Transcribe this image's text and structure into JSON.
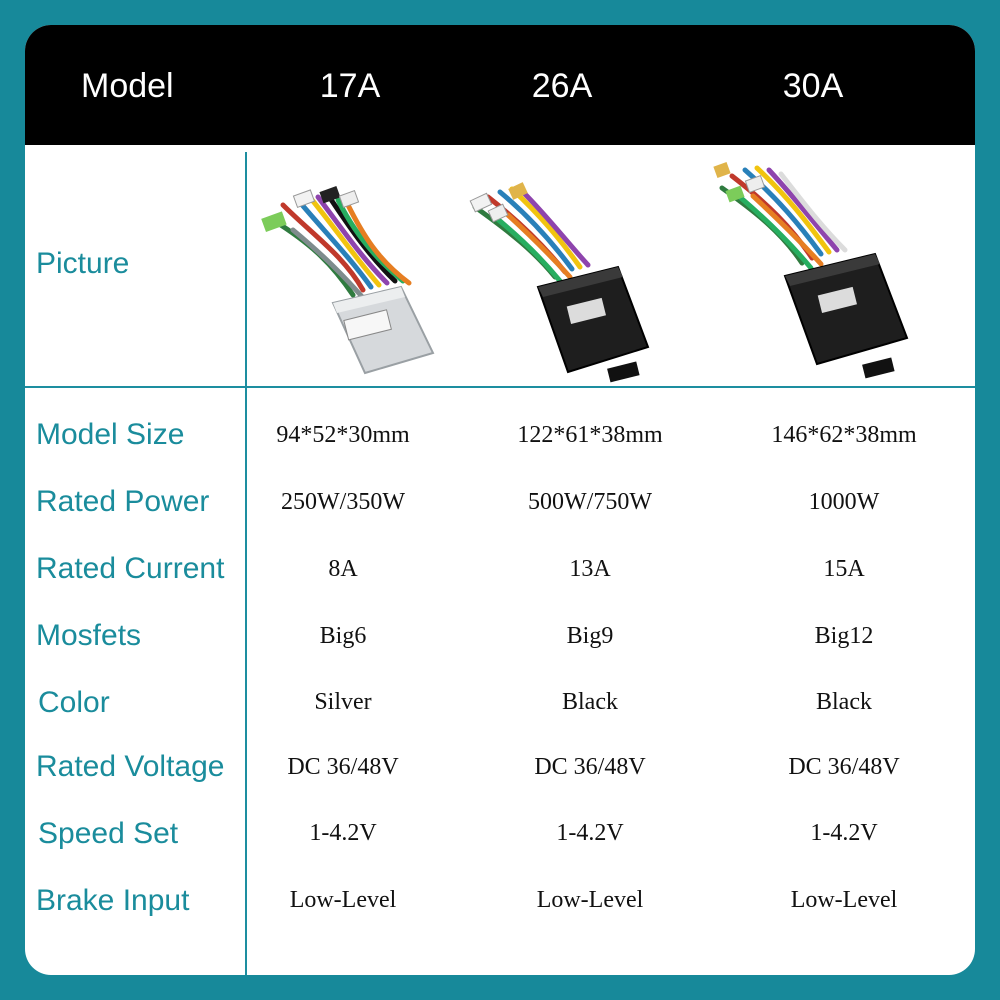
{
  "header": {
    "model_label": "Model",
    "columns": [
      "17A",
      "26A",
      "30A"
    ]
  },
  "picture_label": "Picture",
  "pictures": [
    {
      "name": "silver-controller-17a",
      "body_color": "#d9dcde"
    },
    {
      "name": "black-controller-26a",
      "body_color": "#1b1b1b"
    },
    {
      "name": "black-controller-30a",
      "body_color": "#1b1b1b"
    }
  ],
  "rows": [
    {
      "label": "Model Size",
      "values": [
        "94*52*30mm",
        "122*61*38mm",
        "146*62*38mm"
      ]
    },
    {
      "label": "Rated Power",
      "values": [
        "250W/350W",
        "500W/750W",
        "1000W"
      ]
    },
    {
      "label": "Rated Current",
      "values": [
        "8A",
        "13A",
        "15A"
      ]
    },
    {
      "label": "Mosfets",
      "values": [
        "Big6",
        "Big9",
        "Big12"
      ]
    },
    {
      "label": "Color",
      "values": [
        "Silver",
        "Black",
        "Black"
      ]
    },
    {
      "label": "Rated Voltage",
      "values": [
        "DC 36/48V",
        "DC 36/48V",
        "DC 36/48V"
      ]
    },
    {
      "label": "Speed Set",
      "values": [
        "1-4.2V",
        "1-4.2V",
        "1-4.2V"
      ]
    },
    {
      "label": "Brake Input",
      "values": [
        "Low-Level",
        "Low-Level",
        "Low-Level"
      ]
    }
  ],
  "colors": {
    "background": "#17899a",
    "accent_text": "#1a8c9c",
    "header_bg": "#000000"
  }
}
